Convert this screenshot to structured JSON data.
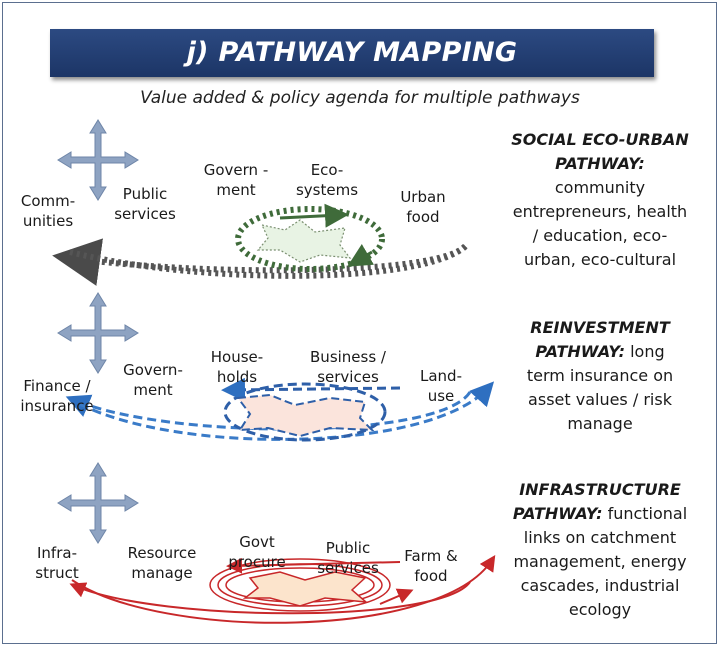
{
  "title": "j) PATHWAY MAPPING",
  "subtitle": "Value added & policy agenda for multiple pathways",
  "pathways": [
    {
      "heading_line1": "SOCIAL ECO-URBAN",
      "heading_line2": "PATHWAY:",
      "description": [
        "community",
        "entrepreneurs, health",
        "/ education, eco-",
        "urban, eco-cultural"
      ],
      "labels": [
        "Comm-\nunities",
        "Public\nservices",
        "Govern -\nment",
        "Eco-\nsystems",
        "Urban\nfood"
      ],
      "color": "#5a5a5a",
      "inner_color": "#3f6b3a"
    },
    {
      "heading_line1": "REINVESTMENT",
      "heading_line2": "PATHWAY:",
      "description_first": "long",
      "description": [
        "term insurance on",
        "asset values / risk",
        "manage"
      ],
      "labels": [
        "Finance /\ninsurance",
        "Govern-\nment",
        "House-\nholds",
        "Business /\nservices",
        "Land-\nuse"
      ],
      "color": "#3a7bc8",
      "inner_color": "#2e5fa8"
    },
    {
      "heading_line1": "INFRASTRUCTURE",
      "heading_line2": "PATHWAY:",
      "description_first": "functional",
      "description": [
        "links on catchment",
        "management, energy",
        "cascades, industrial",
        "ecology"
      ],
      "labels": [
        "Infra-\nstruct",
        "Resource\nmanage",
        "Govt\nprocure",
        "Public\nservices",
        "Farm &\nfood"
      ],
      "color": "#c8282a",
      "inner_color": "#c8282a"
    }
  ]
}
